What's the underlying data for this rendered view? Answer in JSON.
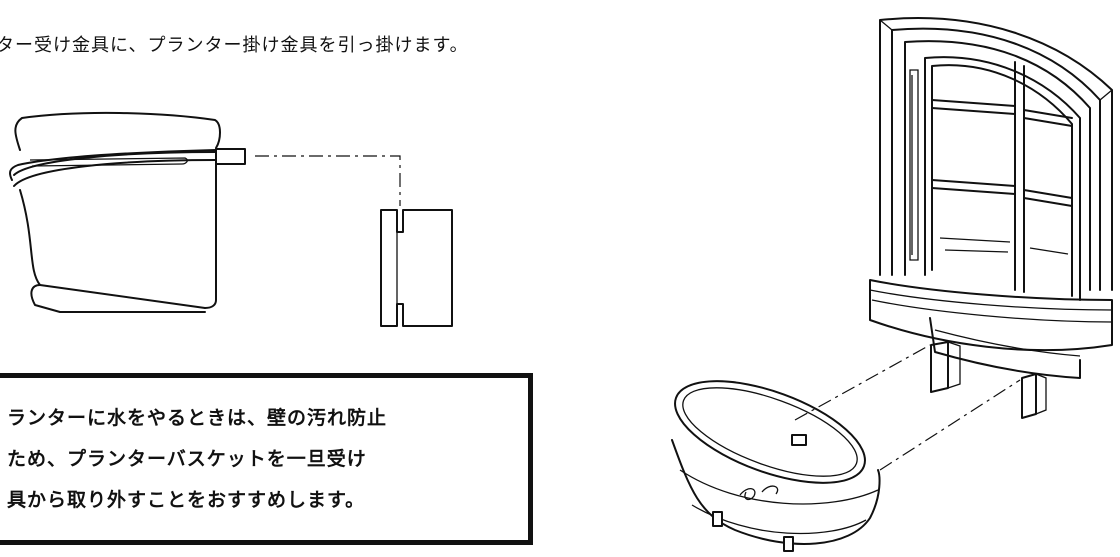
{
  "instruction": {
    "text": "ター受け金具に、プランター掛け金具を引っ掛けます。"
  },
  "note": {
    "lines": [
      "ランターに水をやるときは、壁の汚れ防止",
      "ため、プランターバスケットを一旦受け",
      "具から取り外すことをおすすめします。"
    ]
  },
  "figures": [
    "planter-hook-detail",
    "bracket-detail",
    "window-box-illustration",
    "planter-basket-illustration"
  ]
}
